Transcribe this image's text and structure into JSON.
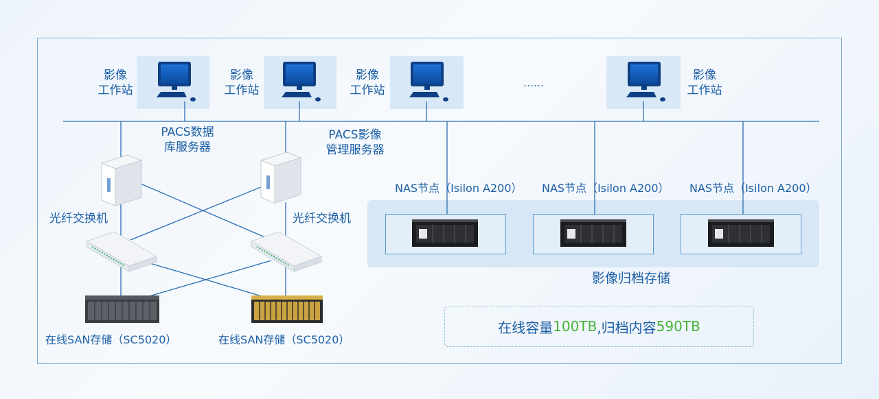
{
  "colors": {
    "accent": "#1d5fa5",
    "highlight": "#45b236",
    "line": "#2b6db2",
    "panel": "#d9e8f6"
  },
  "workstations": [
    {
      "label_line1": "影像",
      "label_line2": "工作站",
      "icon": "monitor-icon"
    },
    {
      "label_line1": "影像",
      "label_line2": "工作站",
      "icon": "monitor-icon"
    },
    {
      "label_line1": "影像",
      "label_line2": "工作站",
      "icon": "monitor-icon"
    },
    {
      "label_line1": "影像",
      "label_line2": "工作站",
      "icon": "monitor-icon"
    }
  ],
  "ellipsis": "……",
  "servers": {
    "pacs_db": {
      "line1": "PACS数据",
      "line2": "库服务器",
      "icon": "server-tower-icon"
    },
    "pacs_mgmt": {
      "line1": "PACS影像",
      "line2": "管理服务器",
      "icon": "server-tower-icon"
    }
  },
  "switches": [
    {
      "label": "光纤交换机",
      "icon": "switch-icon"
    },
    {
      "label": "光纤交换机",
      "icon": "switch-icon"
    }
  ],
  "san_storage": [
    {
      "label": "在线SAN存储（SC5020）",
      "icon": "storage-array-icon"
    },
    {
      "label": "在线SAN存储（SC5020）",
      "icon": "storage-array-icon"
    }
  ],
  "nas_nodes": [
    {
      "label": "NAS节点",
      "model": "（Isilon A200）",
      "icon": "nas-appliance-icon"
    },
    {
      "label": "NAS节点",
      "model": "（Isilon A200）",
      "icon": "nas-appliance-icon"
    },
    {
      "label": "NAS节点",
      "model": "（Isilon A200）",
      "icon": "nas-appliance-icon"
    }
  ],
  "archive_label": "影像归档存储",
  "summary": {
    "prefix": "在线容量",
    "online_capacity": "100TB",
    "middle": ",归档内容",
    "archive_capacity": "590TB"
  }
}
